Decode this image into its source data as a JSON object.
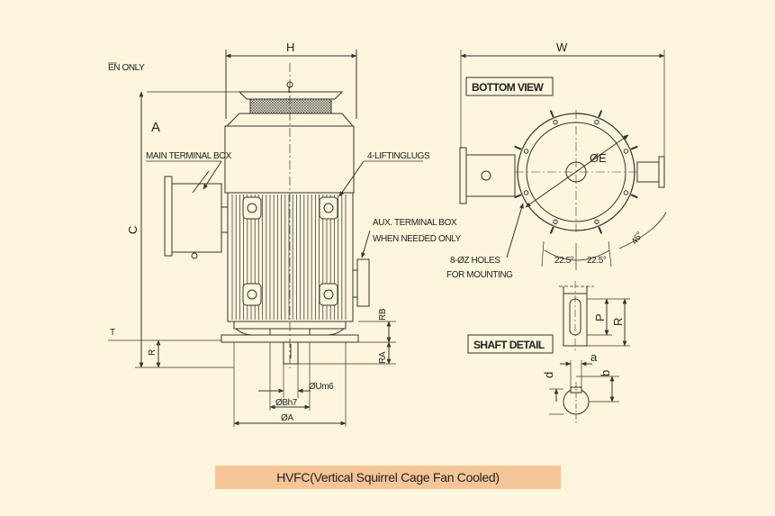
{
  "labels": {
    "dim_H": "H",
    "dim_W": "W",
    "dim_A_left": "A",
    "dim_C": "C",
    "dim_T": "T",
    "dim_R_left": "R",
    "open_only": "EN ONLY",
    "main_terminal_box": "MAIN TERMINAL BOX",
    "lifting_lugs": "4-LIFTINGLUGS",
    "aux_terminal_box_1": "AUX. TERMINAL BOX",
    "aux_terminal_box_2": "WHEN NEEDED ONLY",
    "RB": "RB",
    "RA": "RA",
    "U": "ØUm6",
    "B": "ØBh7",
    "A_bottom": "ØA",
    "bottom_view": "BOTTOM VIEW",
    "E": "ØE",
    "angle_45": "45°",
    "angle_22_1": "22.5°",
    "angle_22_2": "22.5°",
    "holes_1": "8-ØZ HOLES",
    "holes_2": "FOR MOUNTING",
    "shaft_detail": "SHAFT DETAIL",
    "P": "P",
    "R_right": "R",
    "a": "a",
    "b": "b",
    "d": "d"
  },
  "caption": "HVFC(Vertical Squirrel Cage Fan Cooled)"
}
